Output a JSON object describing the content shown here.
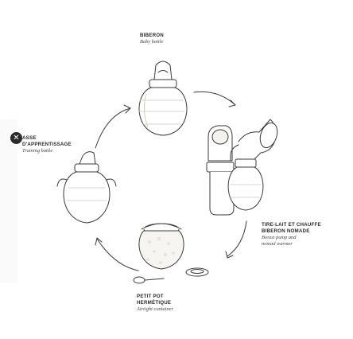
{
  "diagram": {
    "items": [
      {
        "id": "baby-bottle",
        "title": "BIBERON",
        "subtitle": "Baby bottle"
      },
      {
        "id": "training-bottle",
        "title_lines": [
          "TASSE",
          "D'APPRENTISSAGE"
        ],
        "title_visible_part": "ASSE",
        "subtitle": "Training bottle"
      },
      {
        "id": "breast-pump",
        "title_lines": [
          "TIRE-LAIT ET CHAUFFE",
          "BIBERON NOMADE"
        ],
        "subtitle_lines": [
          "Breast pump and",
          "nomad warmer"
        ]
      },
      {
        "id": "airtight-container",
        "title_lines": [
          "PETIT POT",
          "HERMÉTIQUE"
        ],
        "subtitle": "Airtight container"
      }
    ]
  },
  "controls": {
    "close_icon": "close-icon",
    "close_glyph": "✕"
  },
  "colors": {
    "stroke": "#3a3a3a",
    "fill": "#ffffff",
    "shade": "#f3f2ee",
    "accent": "#2b2b2b"
  }
}
